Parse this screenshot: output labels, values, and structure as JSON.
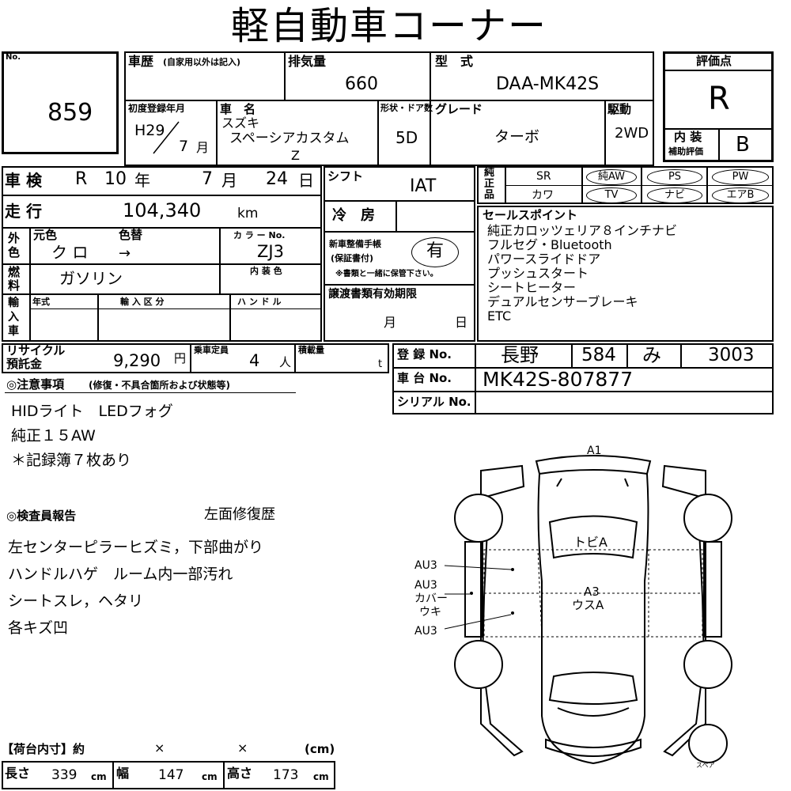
{
  "title": "軽自動車コーナー",
  "lot": {
    "label": "No.",
    "number": "859"
  },
  "history_label": "車歴",
  "history_note": "(自家用以外は記入)",
  "displacement": {
    "label": "排気量",
    "value": "660"
  },
  "model": {
    "label": "型　式",
    "value": "DAA-MK42S"
  },
  "grade_box": {
    "label": "評価点",
    "score": "R",
    "interior_label_1": "内 装",
    "interior_label_2": "補助評価",
    "interior_score": "B"
  },
  "first_reg": {
    "label": "初度登録年月",
    "year": "H29",
    "month_value": "7",
    "month_unit": "月"
  },
  "car_name": {
    "label": "車　名",
    "maker": "スズキ",
    "name": "スペーシアカスタム",
    "suffix": "Z"
  },
  "doors": {
    "label": "形状・ドア数",
    "value": "5D"
  },
  "grade": {
    "label": "グレード",
    "value": "ターボ"
  },
  "drive": {
    "label": "駆動",
    "value": "2WD"
  },
  "inspection": {
    "label": "車 検",
    "era": "R",
    "year": "10",
    "year_unit": "年",
    "month": "7",
    "month_unit": "月",
    "day": "24",
    "day_unit": "日"
  },
  "shift": {
    "label": "シフト",
    "value": "IAT"
  },
  "equipment": {
    "label_1": "純正品",
    "row1": [
      "SR",
      "純AW",
      "PS",
      "PW"
    ],
    "row2": [
      "カワ",
      "TV",
      "ナビ",
      "エアB"
    ]
  },
  "mileage": {
    "label": "走 行",
    "value": "104,340",
    "unit": "km"
  },
  "aircon": {
    "label": "冷　房"
  },
  "color": {
    "label_outer": "外色",
    "orig_label": "元色",
    "change_label": "色替",
    "code_label": "カ ラ ー No.",
    "orig": "ク ロ",
    "arrow": "→",
    "code": "ZJ3"
  },
  "maintenance": {
    "label_1": "新車整備手帳",
    "label_2": "(保証書付)",
    "value": "有",
    "note": "※書類と一緒に保管下さい。"
  },
  "fuel": {
    "label": "燃料",
    "value": "ガソリン",
    "interior_color_label": "内 装 色"
  },
  "import": {
    "label": "輸入車",
    "year_label": "年式",
    "class_label": "輸 入 区 分",
    "handle_label": "ハ ン ド ル"
  },
  "transfer": {
    "label": "譲渡書類有効期限",
    "month_unit": "月",
    "day_unit": "日"
  },
  "selling_points": {
    "label": "セールスポイント",
    "items": [
      "純正カロッツェリア８インチナビ",
      "フルセグ・Bluetooth",
      "パワースライドドア",
      "プッシュスタート",
      "シートヒーター",
      "デュアルセンサーブレーキ",
      "ETC"
    ]
  },
  "recycle": {
    "label_1": "リサイクル",
    "label_2": "預託金",
    "value": "9,290",
    "unit": "円"
  },
  "capacity": {
    "label": "乗車定員",
    "value": "4",
    "unit": "人"
  },
  "load": {
    "label": "積載量",
    "unit": "t"
  },
  "registration": {
    "label": "登 録 No.",
    "area": "長野",
    "class": "584",
    "kana": "み",
    "number": "3003"
  },
  "chassis": {
    "label": "車 台 No.",
    "value": "MK42S-807877"
  },
  "serial": {
    "label": "シリアル No."
  },
  "notes": {
    "label": "◎注意事項",
    "sub": "(修復・不具合箇所および状態等)",
    "lines": [
      "HIDライト　LEDフォグ",
      "純正１５AW",
      "＊記録簿７枚あり"
    ]
  },
  "report": {
    "label": "◎検査員報告",
    "aside": "左面修復歴",
    "lines": [
      "左センターピラーヒズミ，下部曲がり",
      "ハンドルハゲ　ルーム内一部汚れ",
      "シートスレ，ヘタリ",
      "各キズ凹"
    ]
  },
  "diagram": {
    "labels": {
      "front": "A1",
      "hood": "トビA",
      "center_1": "A3",
      "center_2": "ウスA",
      "left_1": "AU3",
      "left_2": "AU3",
      "left_3": "カバー",
      "left_4": "ウキ",
      "left_5": "AU3",
      "spare": "スペア"
    }
  },
  "cargo": {
    "label": "【荷台内寸】約",
    "x": "×",
    "x2": "×",
    "unit": "(cm)",
    "length_label": "長さ",
    "length": "339",
    "width_label": "幅",
    "width": "147",
    "height_label": "高さ",
    "height": "173",
    "cm": "cm"
  }
}
